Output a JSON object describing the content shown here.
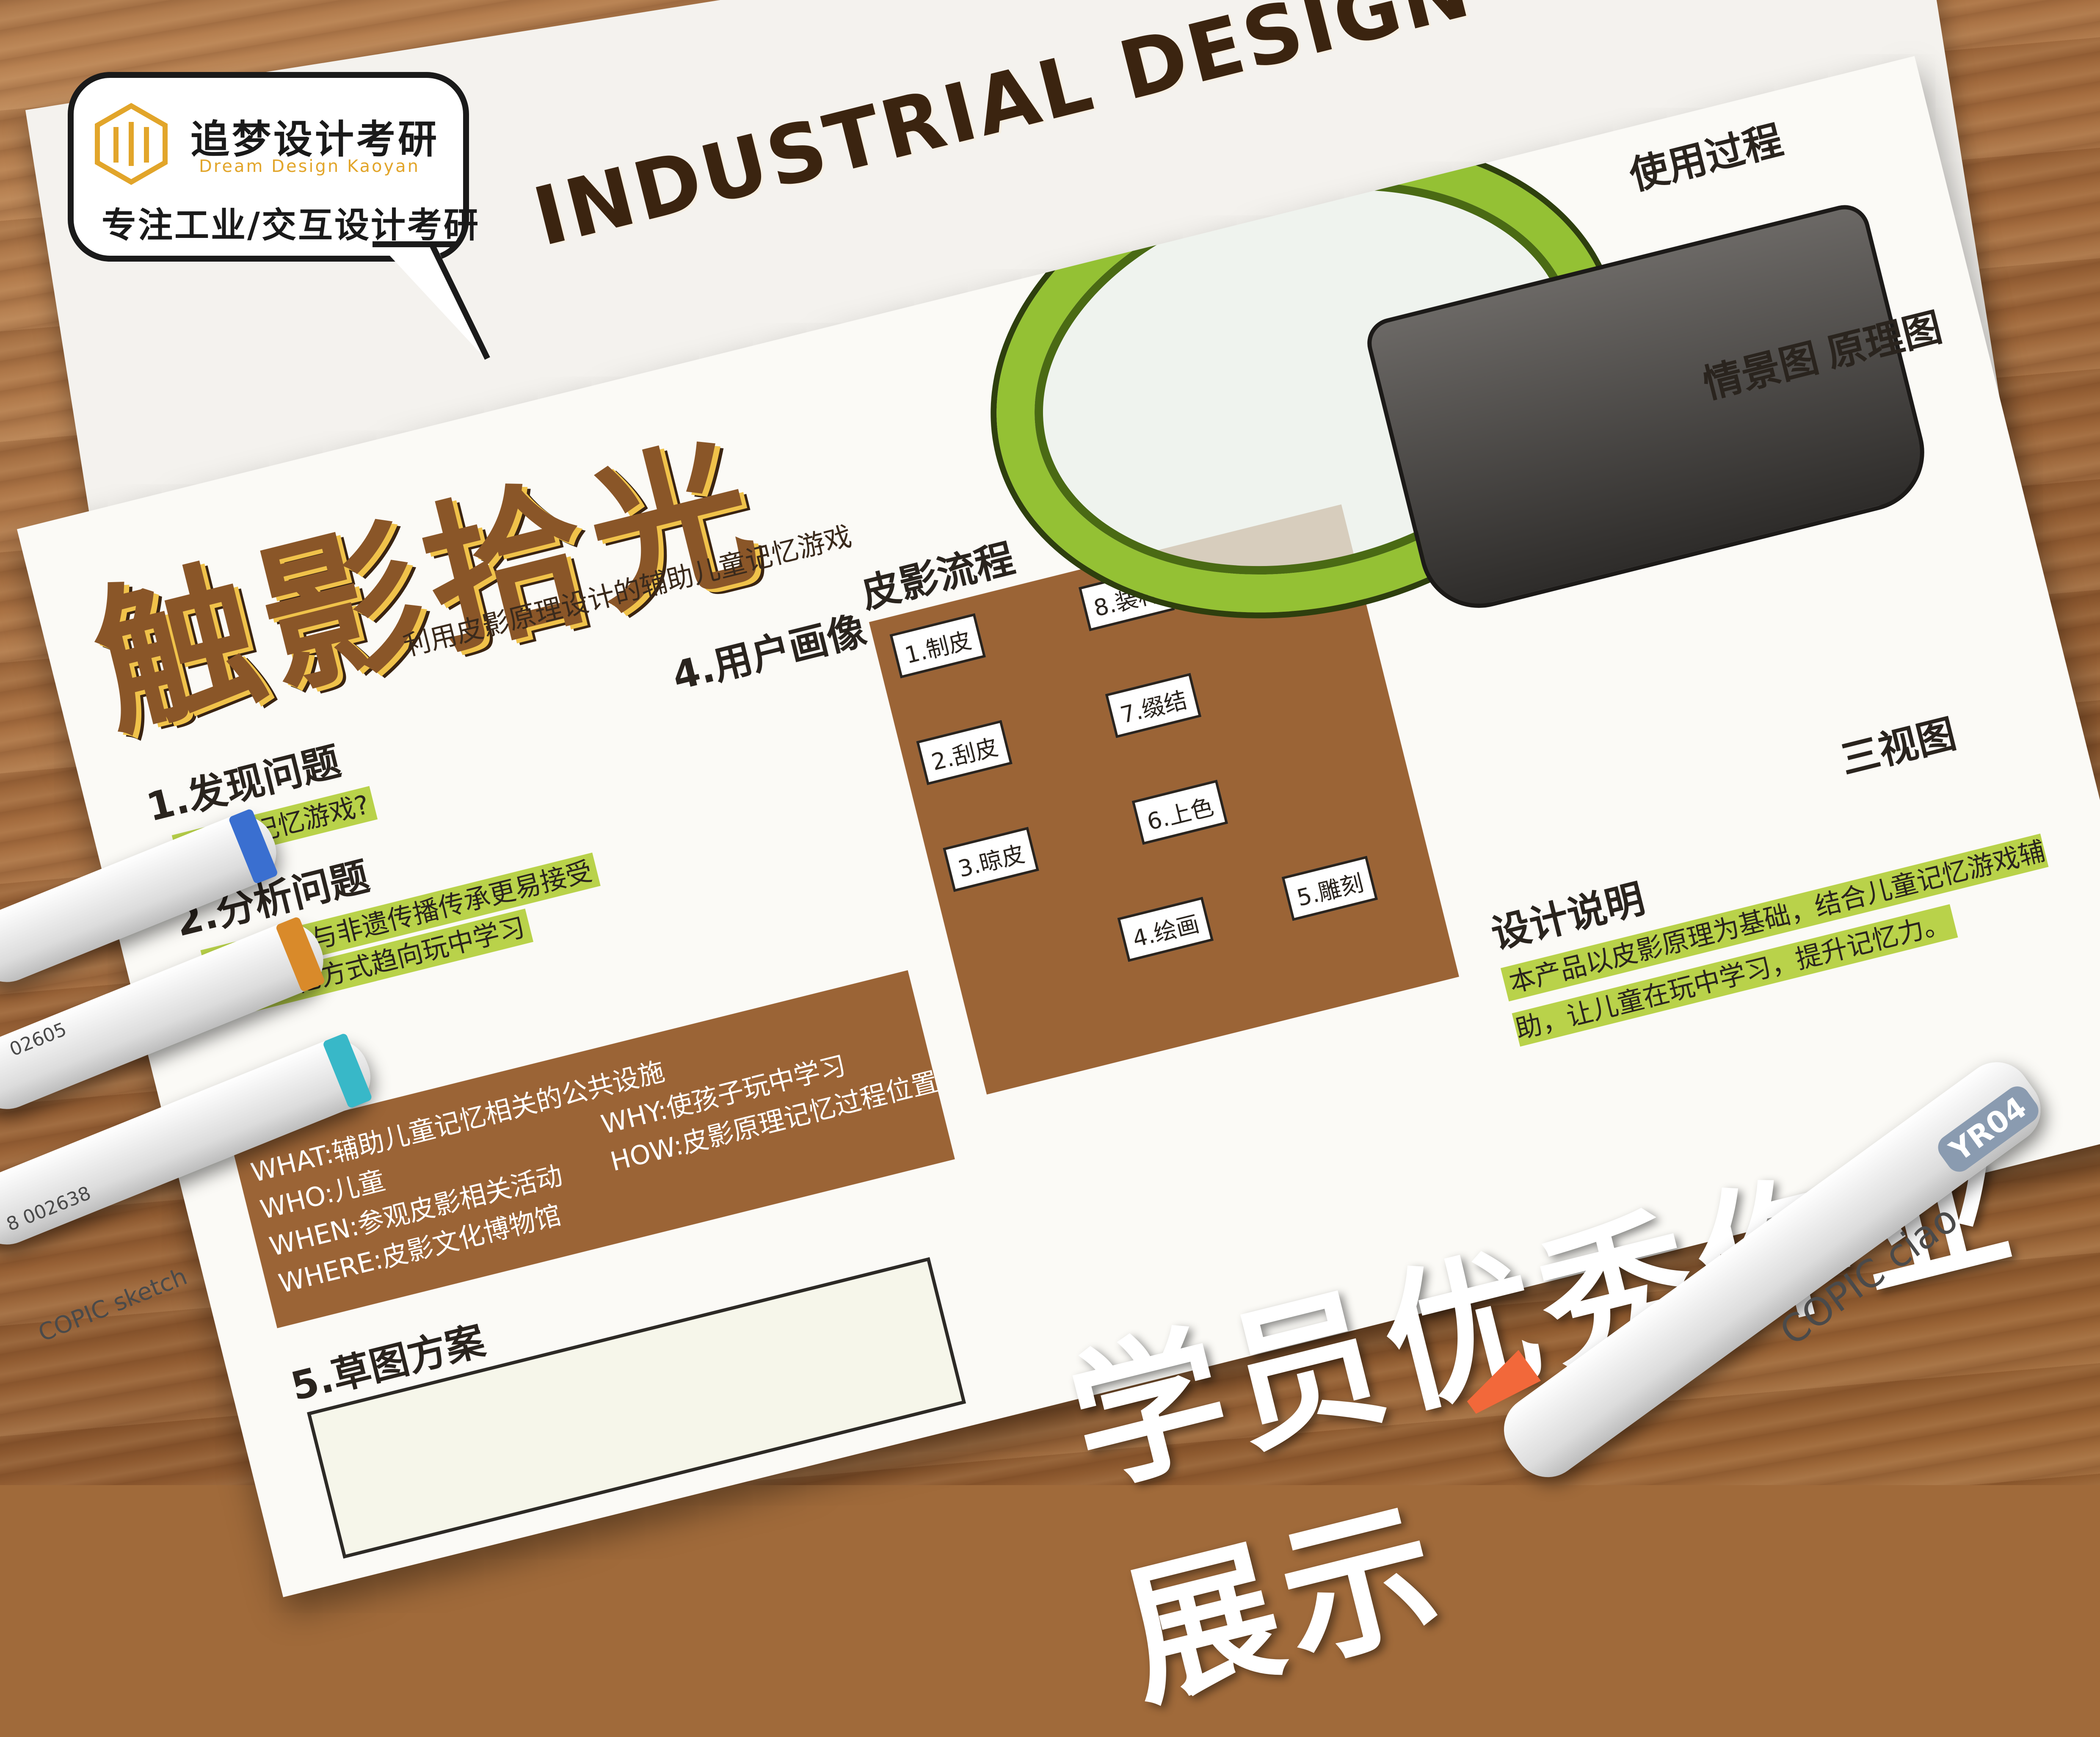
{
  "brand": {
    "name_cn": "追梦设计考研",
    "name_en": "Dream Design Kaoyan",
    "tagline": "专注工业/交互设计考研"
  },
  "promo": {
    "industrial": "INDUSTRIAL DESIGN",
    "showcase": "学员优秀作业展示"
  },
  "poster": {
    "title": "触影拾光",
    "subtitle": "利用皮影原理设计的辅助儿童记忆游戏",
    "sections": {
      "find_problem": "1.发现问题",
      "find_problem_text": "非遗+记忆游戏?",
      "analyze": "2.分析问题",
      "analyze_points": [
        "非遗技艺与非遗传播传承更易接受",
        "儿童记忆方式趋向玩中学习"
      ],
      "user_portrait": "4.用户画像",
      "design_desc": "设计说明",
      "design_desc_text": "本产品以皮影原理为基础，结合儿童记忆游戏辅助，让儿童在玩中学习，提升记忆力。",
      "sketch": "5.草图方案",
      "usage": "使用过程",
      "scene": "情景图",
      "principle": "原理图",
      "shadow_flow": "皮影流程",
      "three_view": "三视图"
    },
    "fiveW": [
      "WHAT:辅助儿童记忆相关的公共设施",
      "WHO:儿童",
      "WHEN:参观皮影相关活动",
      "WHERE:皮影文化博物馆",
      "WHY:使孩子玩中学习",
      "HOW:皮影原理记忆过程位置"
    ],
    "flow_steps": [
      "1.制皮",
      "2.刮皮",
      "3.晾皮",
      "4.绘画",
      "5.雕刻",
      "6.上色",
      "7.缀结",
      "8.装杆"
    ]
  },
  "markers": {
    "copic_sketch": "COPIC sketch",
    "copic_ciao": "COPIC ciao",
    "code_yr04": "YR04",
    "barcode1": "02605",
    "barcode2": "8 002638"
  },
  "colors": {
    "accent_green": "#94c134",
    "accent_brown": "#9b6436",
    "marker_blue": "#3a6fd0",
    "marker_orange": "#d98a2a",
    "marker_cyan": "#38b8c8",
    "nib_orange": "#f2683a"
  }
}
